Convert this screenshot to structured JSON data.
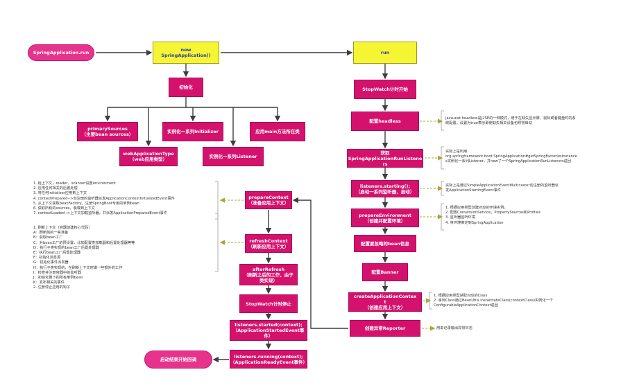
{
  "colors": {
    "node": "#d4126e",
    "start_pill": "#e8338d",
    "yellow": "#f6f533",
    "line": "#3d3d3d",
    "note_link": "#b8c24a",
    "yellow_text": "#2a3aa8"
  },
  "start": "SpringApplication.run",
  "new_box": [
    "new",
    "SpringApplication()"
  ],
  "run_box": "run",
  "init": {
    "label": "初始化",
    "children": {
      "primary": [
        "primarySources",
        "（主要bean sources）"
      ],
      "webtype": [
        "webApplicationType",
        "（web应用类型）"
      ],
      "initializer": "实例化一系列Initializer",
      "listener": "实例化一系列Listener",
      "mainclass": "应用main方法所在类"
    }
  },
  "run_steps": {
    "stopwatch": "StopWatch计时开始",
    "headless": "配置headless",
    "getlisteners": [
      "获取",
      "SpringApplicationRunListene",
      "rs"
    ],
    "starting": [
      "listeners.starting();",
      "（启动一系列监听器，启动）"
    ],
    "prepareenv": [
      "prepareEnvironment",
      "（创建并配置环境）"
    ],
    "ignorebean": "配置要忽略的bean信息",
    "banner": "配置Banner",
    "createctx": [
      "createApplicationContex",
      "t",
      "（创建应用上下文）"
    ],
    "reporter": "创建异常Reporter"
  },
  "left_steps": {
    "preparectx": [
      "prepareContext",
      "（准备应用上下文）"
    ],
    "refreshctx": [
      "refreshContext",
      "（刷新应用上下文）"
    ],
    "afterrefresh": [
      "afterRefresh",
      "（刷新之后的工作，由子",
      "类实现）"
    ],
    "stopwatchend": "StopWatch计时停止",
    "started": [
      "listeners.started(context);",
      "（ApplicationStartedEvent事",
      "件）"
    ],
    "running": [
      "listeners.running(context);",
      "（ApplicationReadyEvent事件）"
    ],
    "end": "启动结束开始回调"
  },
  "notes": {
    "headless": [
      "java.awt.headless是J2SE的一种模式，用于在缺失显示屏、鼠标或者键盘时的系",
      "统配置。设置为true表示即使缺失相关设备也照常启动"
    ],
    "getlisteners": [
      "实际上是利用",
      "org.springframework.boot.SpringApplication#getSpringFactoriesInstance",
      "s实例化一系列Listener，并new了一个SpringApplicationRunListeners返回"
    ],
    "starting": [
      "实际上是通过SimpleApplicationEventMulticaster向注册的监听器派",
      "发ApplicationStartingEvent事件"
    ],
    "prepareenv": [
      "1. 根据应用类型创建对应的环境实例。",
      "2. 配置ConversionService、PropertySources和Profiles",
      "3. 监听器监听环境",
      "4. 将环境绑定到SpringApplication"
    ],
    "createctx": [
      "1. 根据应用类型获取对应的Class",
      "2. 拿到Class通过BeanUtils.instantiateClass(contextClass)实例化一个",
      "ConfigurableApplicationContext返回"
    ],
    "reporter": [
      "用来记录输出异常日志"
    ],
    "preparectx": [
      "1. 给上下文，reader、scanner设置environment",
      "2. 应用任何相关的后置处理",
      "3. 将任何initializer应用到上下文",
      "4. contextPrepared-->向注册的监听器派发ApplicationContextInitializedEvent事件",
      "5. 从上下文获取beanFactory，注册SpringBoot专用的单例bean",
      "6. 获取所有的sources，装载到上下文",
      "7. contextLoaded-->上下文加载监听器，并派发ApplicationPreparedEvent事件"
    ],
    "refreshctx": [
      "1. 刷新上下文（容器创建核心代码）",
      "  A：刷新前的一些准备",
      "  B：获取bean工厂",
      "  C：对bean工厂的预设置，比如配置类加载器和后置处理器等等",
      "  D：执行子类实现的bean工厂后置处理器",
      "  E：执行bean工厂后置处理器",
      "  F：初始化消息源",
      "  G：初始化事件派发器",
      "  H：执行子类实现的，在刷新上下文时做一些额外的工作",
      "  I：检查并注册容器中的监听器",
      "  J：初始化剩下的所有单例bean",
      "  K：发布相关的事件",
      "2. 注册停止应用的钩子"
    ]
  }
}
